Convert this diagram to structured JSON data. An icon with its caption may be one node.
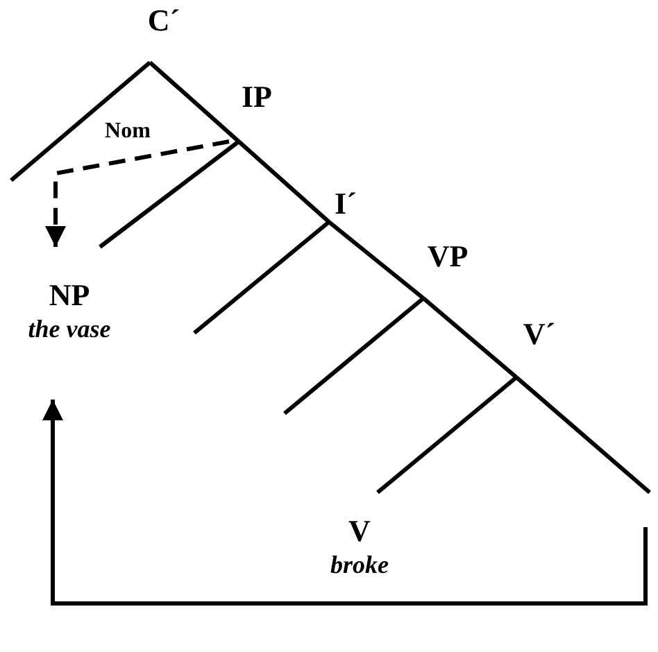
{
  "diagram": {
    "nodes": [
      {
        "text": [
          "C´"
        ]
      },
      {
        "text": [
          "IP"
        ]
      },
      {
        "text": [
          "I´"
        ]
      },
      {
        "text": [
          "VP"
        ]
      },
      {
        "text": [
          "V´"
        ]
      },
      {
        "text": [
          "NP",
          "the vase"
        ]
      },
      {
        "text": [
          "V",
          "broke"
        ]
      }
    ],
    "edges": [
      {
        "from": 0,
        "to": 1,
        "arrow": "none"
      },
      {
        "from": 1,
        "to": 2,
        "arrow": "none"
      },
      {
        "from": 2,
        "to": 3,
        "arrow": "none"
      },
      {
        "from": 3,
        "to": 4,
        "arrow": "none"
      },
      {
        "from": 0,
        "to": null,
        "arrow": "none"
      },
      {
        "from": 4,
        "to": null,
        "arrow": "none"
      },
      {
        "from": 1,
        "to": 5,
        "arrow": "none"
      },
      {
        "from": 2,
        "to": null,
        "arrow": "none"
      },
      {
        "from": 3,
        "to": null,
        "arrow": "none"
      },
      {
        "from": 4,
        "to": 6,
        "arrow": "none"
      },
      {
        "from": 1,
        "to": 5,
        "arrow": "to",
        "style": "dashed",
        "label": "Nom"
      },
      {
        "from": null,
        "to": 5,
        "arrow": "to"
      }
    ]
  }
}
